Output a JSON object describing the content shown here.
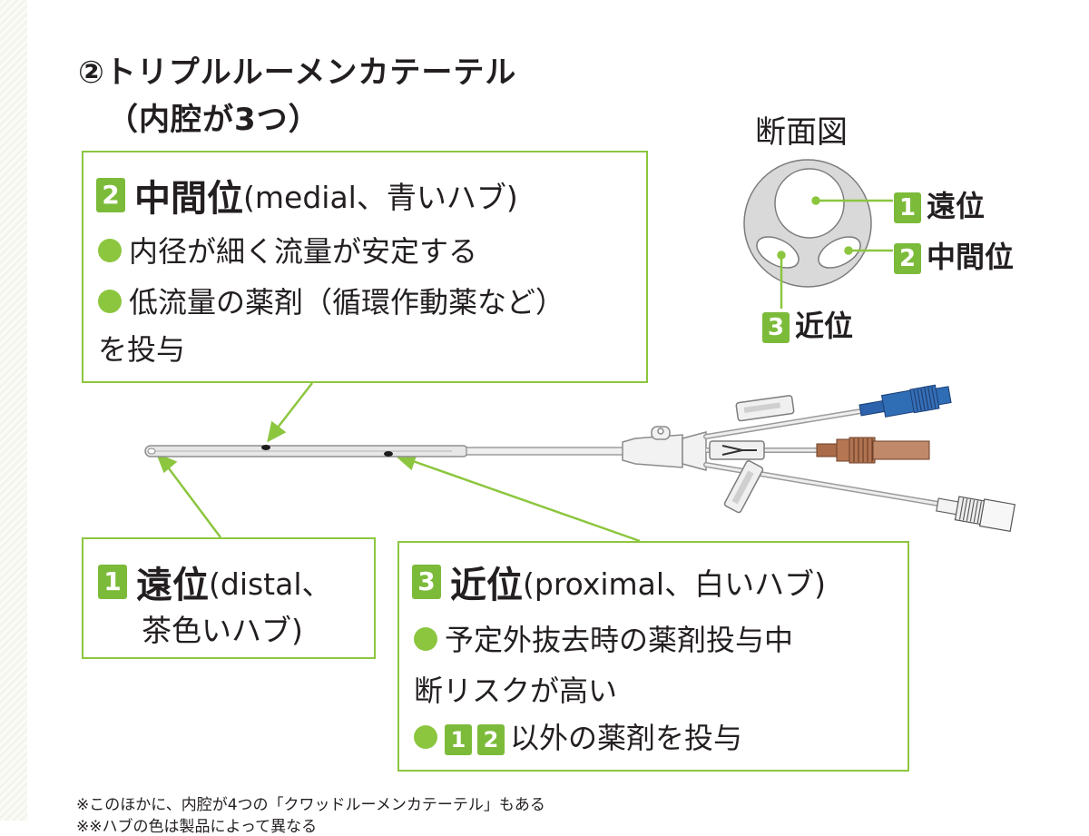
{
  "title": {
    "line1": "②トリプルルーメンカテーテル",
    "line2": "（内腔が3つ）"
  },
  "medial_box": {
    "num": "2",
    "head": "中間位",
    "sub": "(medial、青いハブ)",
    "bullet1": "内径が細く流量が安定する",
    "bullet2_line1": "低流量の薬剤（循環作動薬など）",
    "bullet2_line2": "を投与"
  },
  "distal_box": {
    "num": "1",
    "head": "遠位",
    "sub_line1": "(distal、",
    "sub_line2": "茶色いハブ)"
  },
  "proximal_box": {
    "num": "3",
    "head": "近位",
    "sub": "(proximal、白いハブ)",
    "bullet1_line1": "予定外抜去時の薬剤投与中",
    "bullet1_line2": "断リスクが高い",
    "bullet2_num_a": "1",
    "bullet2_num_b": "2",
    "bullet2_text": "以外の薬剤を投与"
  },
  "cross_section": {
    "title": "断面図",
    "labels": [
      {
        "num": "1",
        "text": "遠位"
      },
      {
        "num": "2",
        "text": "中間位"
      },
      {
        "num": "3",
        "text": "近位"
      }
    ]
  },
  "notes": {
    "note1": "※このほかに、内腔が4つの「クワッドルーメンカテーテル」もある",
    "note2": "※※ハブの色は製品によって異なる"
  },
  "colors": {
    "accent_green": "#8cc63f",
    "badge_green": "#7cbb3a",
    "hub_blue": "#2f6db5",
    "hub_brown": "#b07452",
    "catheter_gray": "#9a9a9a"
  }
}
